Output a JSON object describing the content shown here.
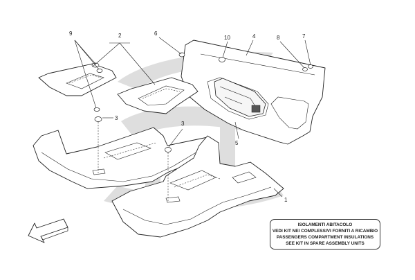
{
  "callouts": {
    "c1": "1",
    "c2": "2",
    "c3a": "3",
    "c3b": "3",
    "c4": "4",
    "c5": "5",
    "c6": "6",
    "c7": "7",
    "c8": "8",
    "c9": "9",
    "c10": "10"
  },
  "note": {
    "line1": "ISOLAMENTI ABITACOLO",
    "line2": "VEDI KIT NEI COMPLESSIVI FORNITI A RICAMBIO",
    "line3": "PASSENGERS COMPARTMENT INSULATIONS",
    "line4": "SEE KIT IN SPARE ASSEMBLY UNITS"
  },
  "colors": {
    "line": "#1e1e1e",
    "watermark": "#dcdcdc",
    "background": "#ffffff"
  },
  "icons": {
    "direction": "front-arrow-icon"
  }
}
